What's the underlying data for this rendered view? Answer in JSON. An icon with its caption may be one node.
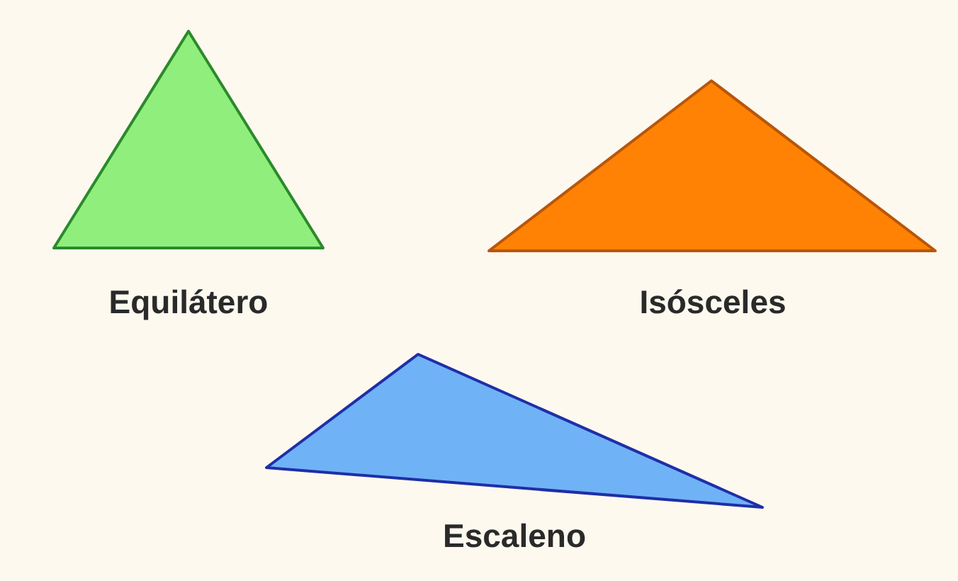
{
  "diagram": {
    "nodes": [
      {
        "text": [
          "Equilátero"
        ]
      },
      {
        "text": [
          "Isósceles"
        ]
      },
      {
        "text": [
          "Escaleno"
        ]
      }
    ]
  }
}
